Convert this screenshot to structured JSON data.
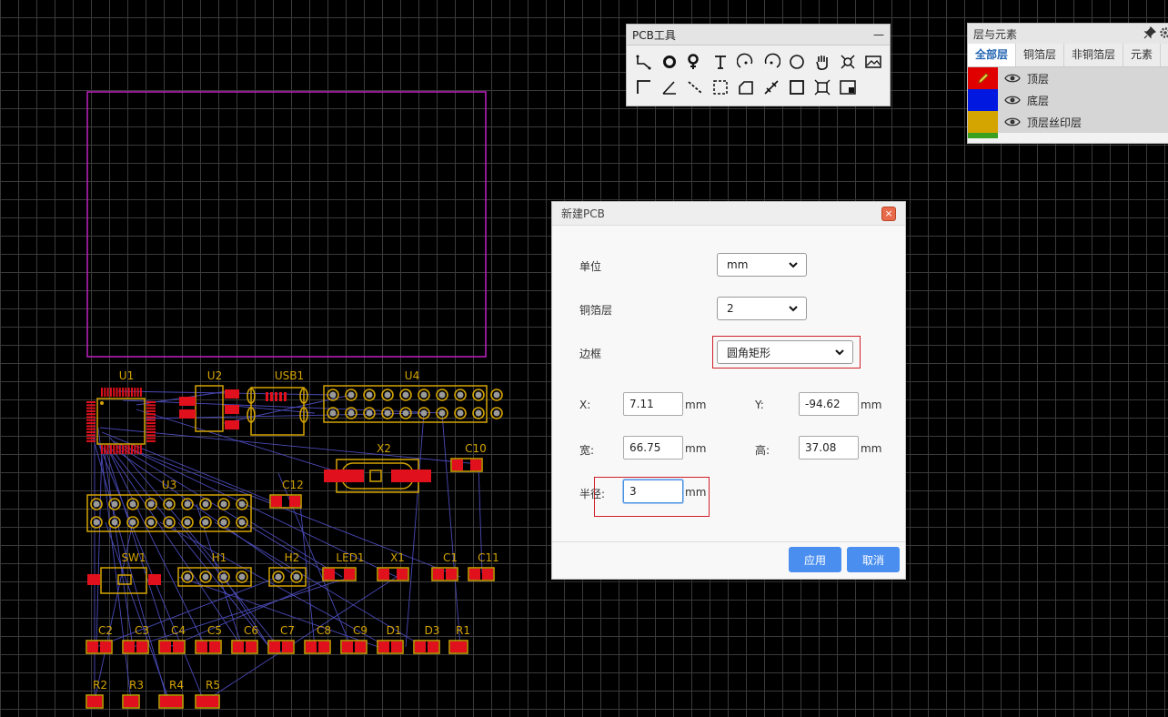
{
  "pcb": {
    "components": [
      {
        "ref": "U1"
      },
      {
        "ref": "U2"
      },
      {
        "ref": "USB1"
      },
      {
        "ref": "U4"
      },
      {
        "ref": "X2"
      },
      {
        "ref": "C10"
      },
      {
        "ref": "C12"
      },
      {
        "ref": "U3"
      },
      {
        "ref": "SW1"
      },
      {
        "ref": "H1"
      },
      {
        "ref": "H2"
      },
      {
        "ref": "LED1"
      },
      {
        "ref": "X1"
      },
      {
        "ref": "C1"
      },
      {
        "ref": "C11"
      },
      {
        "ref": "C2"
      },
      {
        "ref": "C3"
      },
      {
        "ref": "C4"
      },
      {
        "ref": "C5"
      },
      {
        "ref": "C6"
      },
      {
        "ref": "C7"
      },
      {
        "ref": "C8"
      },
      {
        "ref": "C9"
      },
      {
        "ref": "D1"
      },
      {
        "ref": "D3"
      },
      {
        "ref": "R1"
      },
      {
        "ref": "R2"
      },
      {
        "ref": "R3"
      },
      {
        "ref": "R4"
      },
      {
        "ref": "R5"
      }
    ],
    "colors": {
      "outline": "#c020c0",
      "silkscreen": "#d4a400",
      "pad": "#e0101c",
      "ratsnest": "#4a4ab8",
      "hole": "#9a9a9a"
    }
  },
  "tools_panel": {
    "title": "PCB工具",
    "minimize": "—",
    "tools": [
      "track-icon",
      "pad-icon",
      "via-icon",
      "text-icon",
      "arc-icon",
      "arc-center-icon",
      "circle-icon",
      "hand-icon",
      "fit-icon",
      "image-icon",
      "line-icon",
      "angle-icon",
      "dashed-line-icon",
      "select-rect-icon",
      "solid-region-icon",
      "dimension-icon",
      "rect-icon",
      "canvas-origin-icon",
      "copper-area-icon"
    ]
  },
  "layers_panel": {
    "title": "层与元素",
    "tabs": [
      "全部层",
      "铜箔层",
      "非铜箔层",
      "元素"
    ],
    "active_tab": 0,
    "layers": [
      {
        "name": "顶层",
        "color": "#e00000"
      },
      {
        "name": "底层",
        "color": "#0018e0"
      },
      {
        "name": "顶层丝印层",
        "color": "#d4a400"
      }
    ]
  },
  "dialog": {
    "title": "新建PCB",
    "unit_label": "单位",
    "unit_value": "mm",
    "copper_label": "铜箔层",
    "copper_value": "2",
    "border_label": "边框",
    "border_value": "圆角矩形",
    "x_label": "X:",
    "x_value": "7.11",
    "y_label": "Y:",
    "y_value": "-94.62",
    "width_label": "宽:",
    "width_value": "66.75",
    "height_label": "高:",
    "height_value": "37.08",
    "radius_label": "半径:",
    "radius_value": "3",
    "unit_suffix": "mm",
    "apply_label": "应用",
    "cancel_label": "取消",
    "close_icon": "×"
  }
}
